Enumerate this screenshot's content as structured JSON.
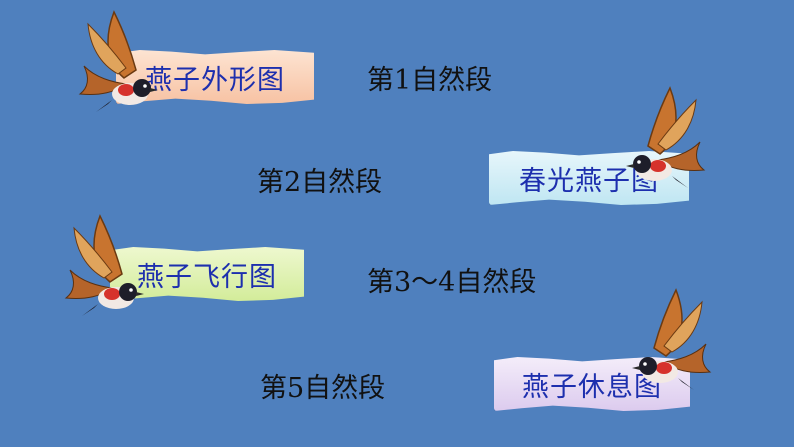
{
  "slide": {
    "background_color": "#4f80be",
    "banners": [
      {
        "label": "燕子外形图",
        "color": "#f7c2a3",
        "icon": "swallow-icon"
      },
      {
        "label": "春光燕子图",
        "color": "#bfe6f2",
        "icon": "swallow-icon"
      },
      {
        "label": "燕子飞行图",
        "color": "#d3ec9a",
        "icon": "swallow-icon"
      },
      {
        "label": "燕子休息图",
        "color": "#dccbee",
        "icon": "swallow-icon"
      }
    ],
    "paragraphs": [
      {
        "label": "第1自然段"
      },
      {
        "label": "第2自然段"
      },
      {
        "label": "第3～4自然段"
      },
      {
        "label": "第5自然段"
      }
    ]
  }
}
